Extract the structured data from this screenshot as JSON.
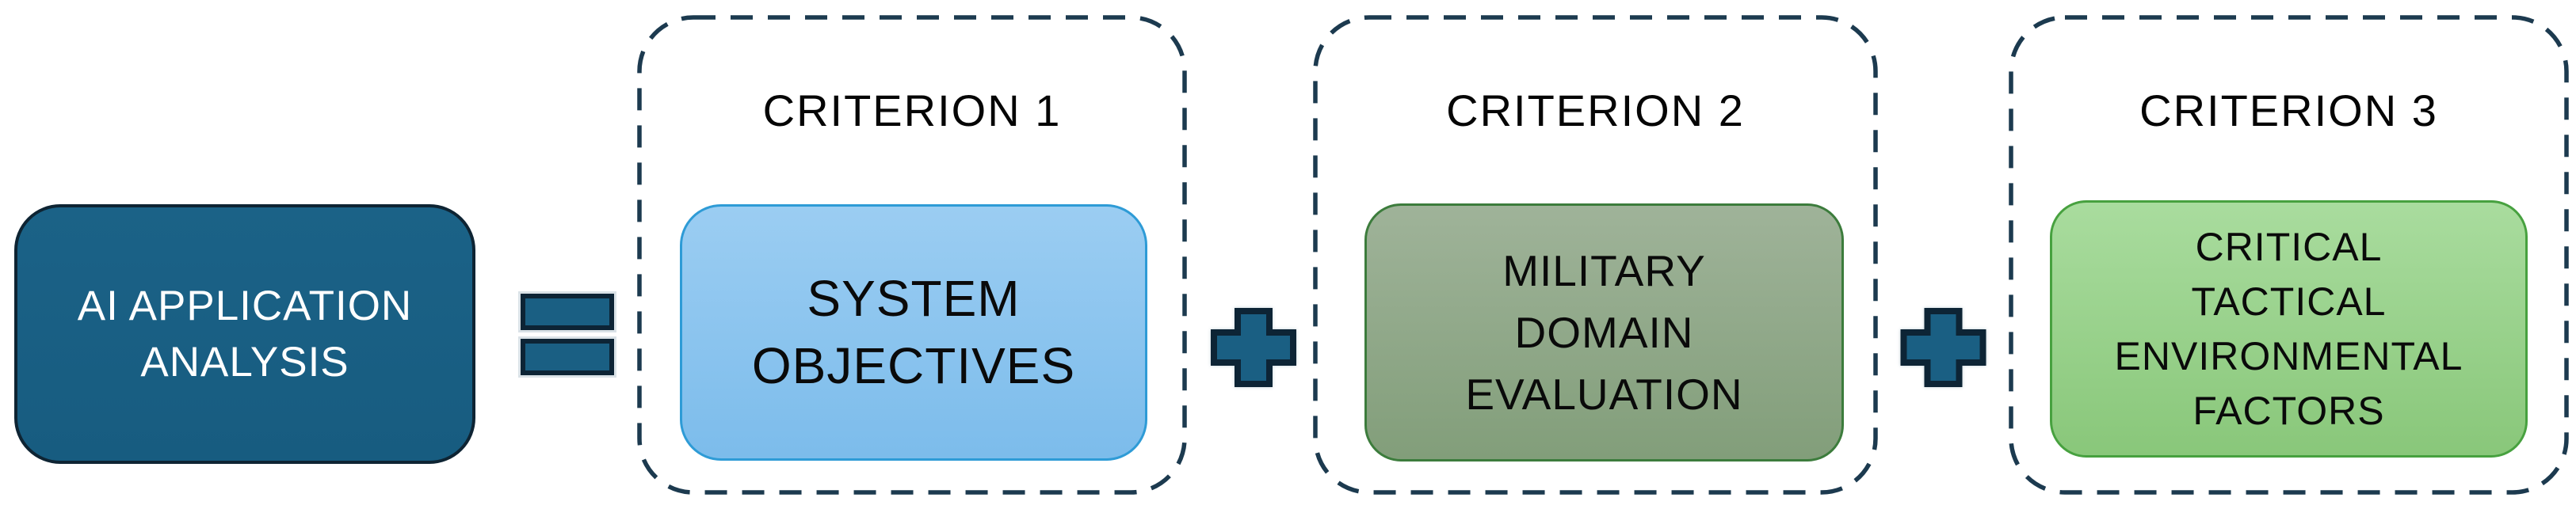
{
  "diagram": {
    "main_box": {
      "lines": [
        "AI APPLICATION",
        "ANALYSIS"
      ]
    },
    "operators": [
      {
        "name": "equals-icon",
        "symbol": "="
      },
      {
        "name": "plus-icon",
        "symbol": "+"
      },
      {
        "name": "plus-icon",
        "symbol": "+"
      }
    ],
    "criteria": [
      {
        "title": "CRITERION 1",
        "lines": [
          "SYSTEM",
          "OBJECTIVES"
        ]
      },
      {
        "title": "CRITERION 2",
        "lines": [
          "MILITARY",
          "DOMAIN",
          "EVALUATION"
        ]
      },
      {
        "title": "CRITERION 3",
        "lines": [
          "CRITICAL",
          "TACTICAL",
          "ENVIRONMENTAL",
          "FACTORS"
        ]
      }
    ],
    "colors": {
      "background": "#FFFFFF",
      "main_box_fill": "#1A6084",
      "main_box_border": "#0E2433",
      "main_box_text": "#FFFFFF",
      "operator_fill": "#1A5F83",
      "operator_border": "#0D2435",
      "dashed_border": "#1C3A4F",
      "criterion_text": "#0A0A0A",
      "criterion1_fill_top": "#9BCDF2",
      "criterion1_fill_bottom": "#7CBCEB",
      "criterion1_border": "#2E9BD6",
      "criterion2_fill_top": "#9FB399",
      "criterion2_fill_bottom": "#829E7A",
      "criterion2_border": "#3C7C3C",
      "criterion3_fill_top": "#A9DC9E",
      "criterion3_fill_bottom": "#89C77A",
      "criterion3_border": "#47A13F"
    }
  }
}
